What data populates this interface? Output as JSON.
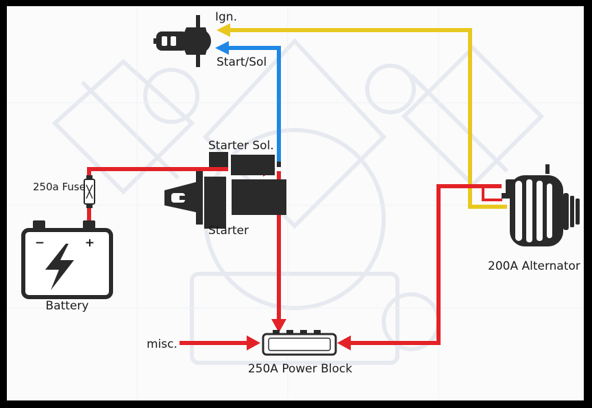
{
  "colors": {
    "red": "#e32227",
    "blue": "#1f88e6",
    "yellow": "#e8c820",
    "dark": "#2a2a2a",
    "background": "#fbfbfb",
    "frame": "#000000"
  },
  "labels": {
    "ignition": "Ign.",
    "start_sol": "Start/Sol",
    "starter_solenoid": "Starter Sol.",
    "starter": "Starter",
    "fuse": "250a Fuse",
    "battery": "Battery",
    "alternator": "200A Alternator",
    "misc": "misc.",
    "power_block": "250A Power Block"
  },
  "battery_terminals": {
    "negative": "−",
    "positive": "+"
  }
}
